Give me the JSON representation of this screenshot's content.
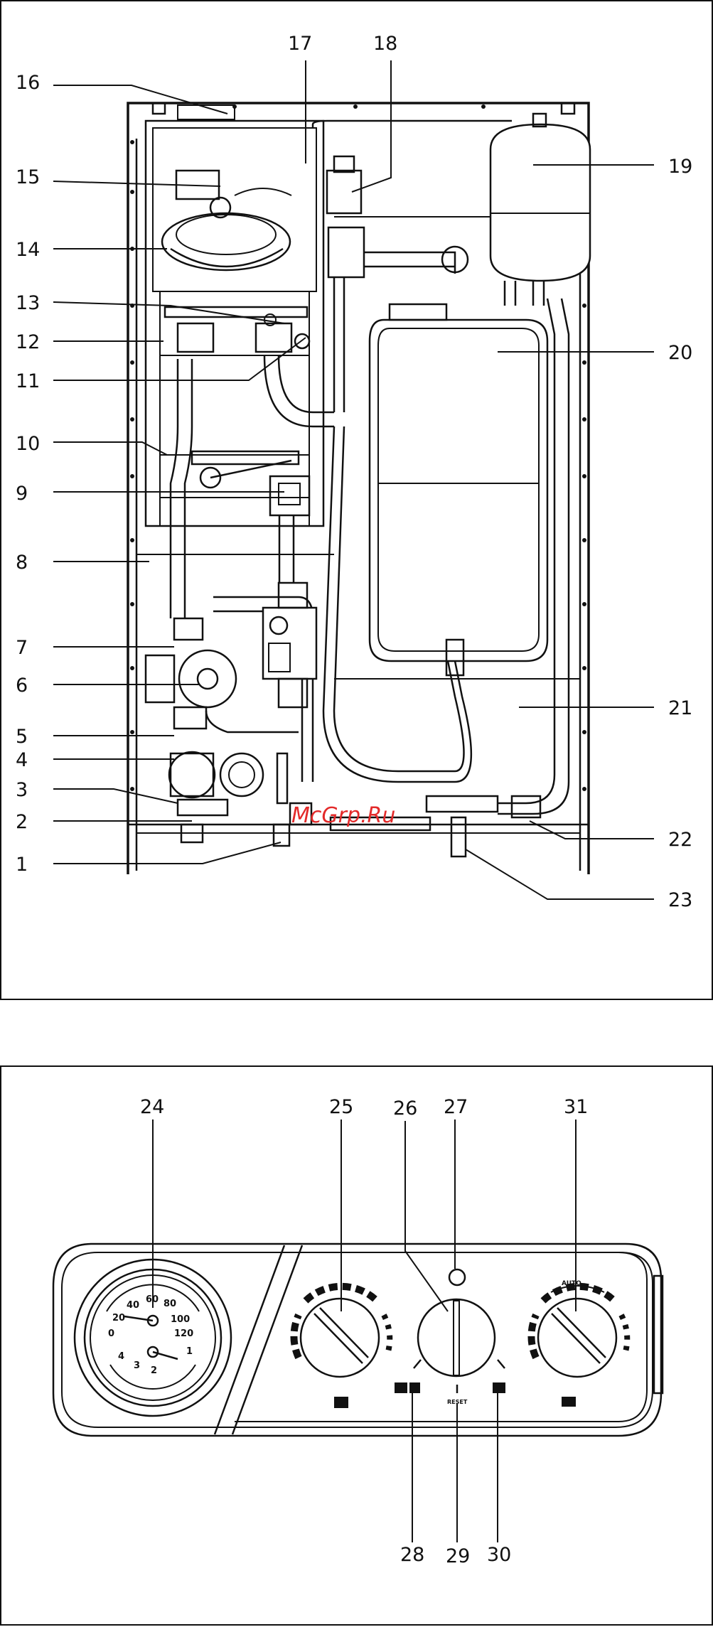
{
  "figure1": {
    "labels": [
      "1",
      "2",
      "3",
      "4",
      "5",
      "6",
      "7",
      "8",
      "9",
      "10",
      "11",
      "12",
      "13",
      "14",
      "15",
      "16",
      "17",
      "18",
      "19",
      "20",
      "21",
      "22",
      "23"
    ]
  },
  "figure2": {
    "labels": [
      "24",
      "25",
      "26",
      "27",
      "28",
      "29",
      "30",
      "31"
    ],
    "gauge_scale_top": [
      "20",
      "40",
      "60",
      "80",
      "100",
      "120"
    ],
    "gauge_scale_bottom": [
      "0",
      "1",
      "2",
      "3",
      "4"
    ],
    "auto_label": "AUTO",
    "reset_label": "RESET"
  },
  "watermark": "McGrp.Ru"
}
